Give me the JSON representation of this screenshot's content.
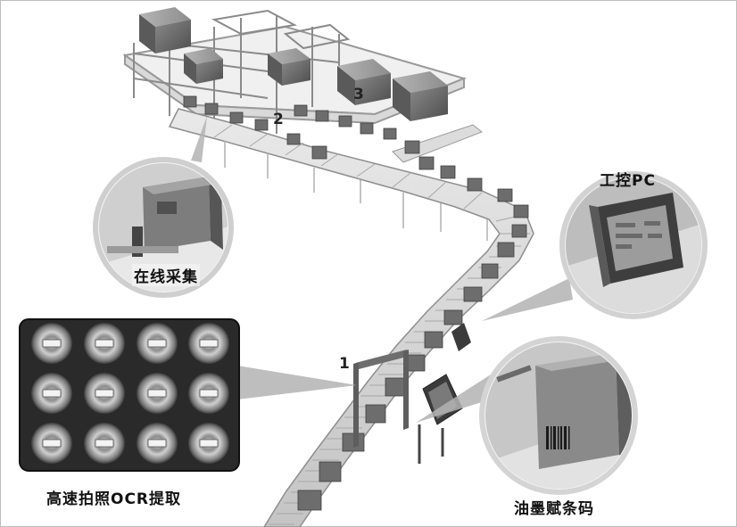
{
  "labels": {
    "online_capture": "在线采集",
    "industrial_pc": "工控PC",
    "ocr": "高速拍照OCR提取",
    "inkjet": "油墨赋条码"
  },
  "stations": {
    "s1": "1",
    "s2": "2",
    "s3": "3"
  }
}
